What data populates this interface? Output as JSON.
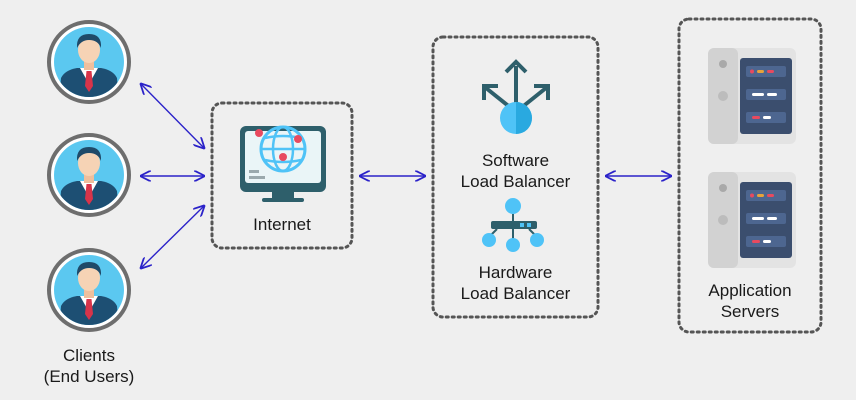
{
  "clients": {
    "count": 3,
    "label_line1": "Clients",
    "label_line2": "(End Users)"
  },
  "internet": {
    "label": "Internet"
  },
  "load_balancers": {
    "software_line1": "Software",
    "software_line2": "Load Balancer",
    "hardware_line1": "Hardware",
    "hardware_line2": "Load Balancer"
  },
  "servers": {
    "count": 2,
    "label_line1": "Application",
    "label_line2": "Servers"
  },
  "colors": {
    "background": "#efefef",
    "arrow": "#2b22c9",
    "box_border": "#555555",
    "avatar_ring": "#6e6e6e",
    "avatar_bg": "#5bc8f0",
    "suit": "#1d4f73",
    "tie": "#d8344a",
    "skin": "#f6d3b5",
    "hair": "#1f4a69",
    "teal": "#2e5f6b",
    "light_blue": "#4fc3f7",
    "server_body": "#e3e3e3",
    "server_panel": "#3b4e6e",
    "server_bar": "#4d6690"
  }
}
